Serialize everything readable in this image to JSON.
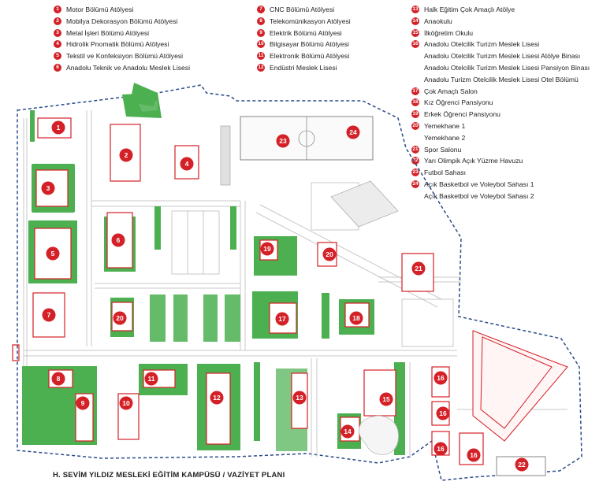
{
  "title": "H. SEVİM YILDIZ MESLEKİ EĞİTİM KAMPÜSÜ / VAZİYET PLANI",
  "colors": {
    "accent": "#d42027",
    "green": "#4caf50",
    "boundary": "#2a4a8a",
    "road": "#bdbdbd"
  },
  "legend": {
    "col1": [
      {
        "n": "1",
        "label": "Motor Bölümü Atölyesi"
      },
      {
        "n": "2",
        "label": "Mobilya Dekorasyon Bölümü Atölyesi"
      },
      {
        "n": "3",
        "label": "Metal İşleri Bölümü Atölyesi"
      },
      {
        "n": "4",
        "label": "Hidrolik Pnomatik Bölümü Atölyesi"
      },
      {
        "n": "5",
        "label": "Tekstil ve Konfeksiyon Bölümü Atölyesi"
      },
      {
        "n": "6",
        "label": "Anadolu Teknik ve Anadolu Meslek Lisesi"
      }
    ],
    "col2": [
      {
        "n": "7",
        "label": "CNC Bölümü Atölyesi"
      },
      {
        "n": "8",
        "label": "Telekomünikasyon Atölyesi"
      },
      {
        "n": "9",
        "label": "Elektrik Bölümü Atölyesi"
      },
      {
        "n": "10",
        "label": "Bilgisayar Bölümü Atölyesi"
      },
      {
        "n": "11",
        "label": "Elektronik Bölümü Atölyesi"
      },
      {
        "n": "12",
        "label": "Endüstri Meslek Lisesi"
      }
    ],
    "col3": [
      {
        "n": "13",
        "label": "Halk Eğitim Çok Amaçlı Atölye"
      },
      {
        "n": "14",
        "label": "Anaokulu"
      },
      {
        "n": "15",
        "label": "İlköğretim Okulu"
      },
      {
        "n": "16",
        "label": "Anadolu Otelcilik Turizm Meslek Lisesi"
      },
      {
        "n": "",
        "label": "Anadolu Otelcilik Turizm Meslek Lisesi Atölye Binası"
      },
      {
        "n": "",
        "label": "Anadolu Otelcilik Turizm Meslek Lisesi Pansiyon Binası"
      },
      {
        "n": "",
        "label": "Anadolu Turizm Otelcilik Meslek Lisesi Otel Bölümü"
      },
      {
        "n": "17",
        "label": "Çok Amaçlı Salon"
      },
      {
        "n": "18",
        "label": "Kız Öğrenci Pansiyonu"
      },
      {
        "n": "19",
        "label": "Erkek Öğrenci Pansiyonu"
      },
      {
        "n": "20",
        "label": "Yemekhane 1"
      },
      {
        "n": "",
        "label": "Yemekhane 2"
      },
      {
        "n": "21",
        "label": "Spor Salonu"
      },
      {
        "n": "22",
        "label": "Yarı Olimpik Açık Yüzme Havuzu"
      },
      {
        "n": "23",
        "label": "Futbol Sahası"
      },
      {
        "n": "24",
        "label": "Açık Basketbol ve Voleybol Sahası 1"
      },
      {
        "n": "",
        "label": "Açık Basketbol ve Voleybol Sahası 2"
      }
    ]
  },
  "markers": [
    "1",
    "2",
    "3",
    "4",
    "5",
    "6",
    "7",
    "8",
    "9",
    "10",
    "11",
    "12",
    "13",
    "14",
    "15",
    "16",
    "16",
    "16",
    "16",
    "17",
    "18",
    "19",
    "20",
    "20",
    "21",
    "22",
    "23",
    "24"
  ]
}
